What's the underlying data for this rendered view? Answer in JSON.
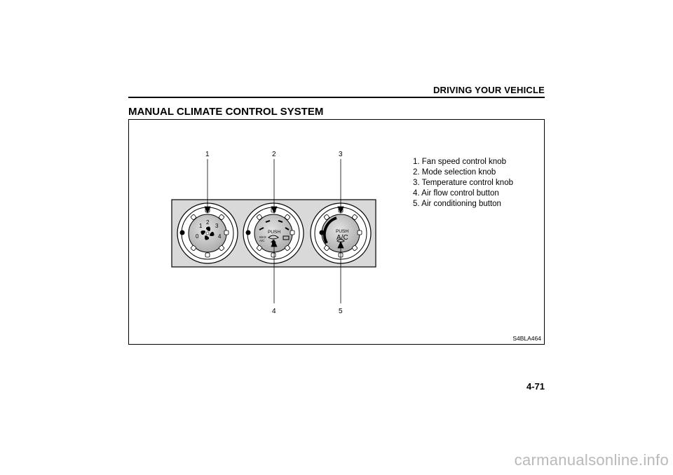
{
  "header": {
    "section": "DRIVING YOUR VEHICLE"
  },
  "title": "MANUAL CLIMATE CONTROL SYSTEM",
  "figure": {
    "callouts": [
      "1",
      "2",
      "3",
      "4",
      "5"
    ],
    "fan_knob_scale": [
      "0",
      "1",
      "2",
      "3",
      "4"
    ],
    "mode_knob_text": {
      "push": "PUSH",
      "max": "MAX",
      "ac": "A/C"
    },
    "ac_knob_text": {
      "push": "PUSH",
      "ac": "A/C"
    },
    "legend": [
      "1. Fan speed control knob",
      "2. Mode selection knob",
      "3. Temperature control knob",
      "4. Air flow control button",
      "5. Air conditioning button"
    ],
    "code": "S4BLA464"
  },
  "page_number": "4-71",
  "watermark": "carmanualsonline.info",
  "colors": {
    "panel": "#d9d9d9",
    "knob": "#bfbfbf",
    "rule": "#000000"
  }
}
